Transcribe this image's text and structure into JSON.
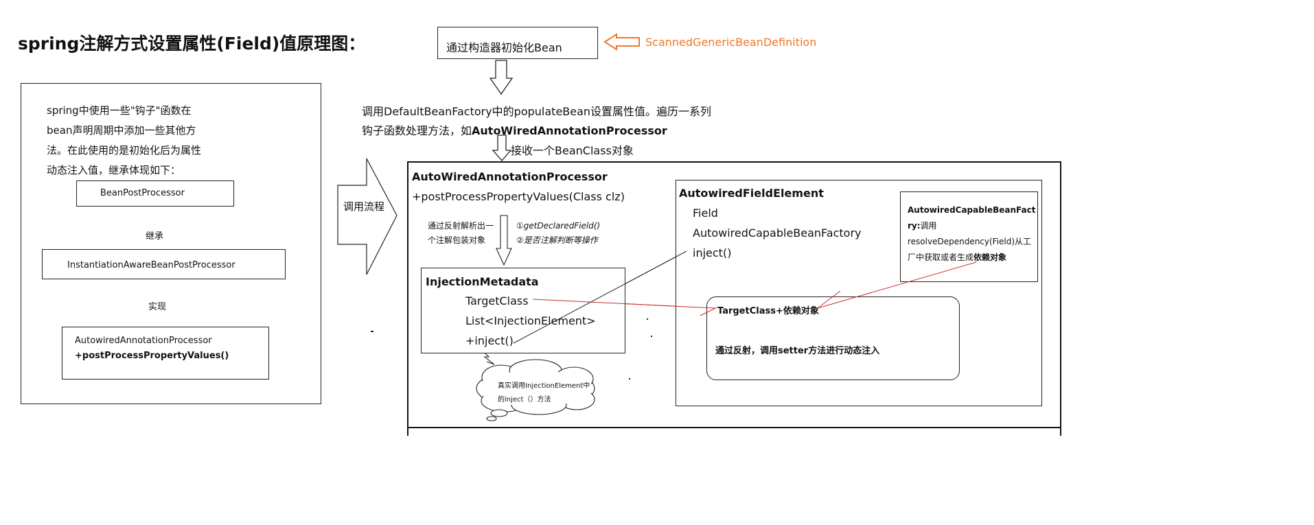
{
  "title": "spring注解方式设置属性(Field)值原理图：",
  "top": {
    "constructor_box": "通过构造器初始化Bean",
    "bean_definition": "ScannedGenericBeanDefinition",
    "populate_line1": "调用DefaultBeanFactory中的populateBean设置属性值。遍历一系列",
    "populate_line2_prefix": "钩子函数处理方法，如",
    "populate_line2_bold": "AutoWiredAnnotationProcessor",
    "receive_label": "接收一个BeanClass对象"
  },
  "left_panel": {
    "desc_lines": [
      "spring中使用一些\"钩子\"函数在",
      "bean声明周期中添加一些其他方",
      "法。在此使用的是初始化后为属性",
      "动态注入值，继承体现如下："
    ],
    "bean_post_processor": "BeanPostProcessor",
    "inherit_label": "继承",
    "instantiation_aware": "InstantiationAwareBeanPostProcessor",
    "implement_label": "实现",
    "autowired_processor_name": "AutowiredAnnotationProcessor",
    "autowired_processor_method": "+postProcessPropertyValues()"
  },
  "flow_arrow_label": "调用流程",
  "main_panel": {
    "class_name": "AutoWiredAnnotationProcessor",
    "method": "+postProcessPropertyValues(Class clz)",
    "reflect_note_line1": "通过反射解析出一",
    "reflect_note_line2": "个注解包装对象",
    "step1": "①getDeclaredField()",
    "step2": "②是否注解判断等操作",
    "injection_metadata": {
      "title": "InjectionMetadata",
      "target_class": "TargetClass",
      "list": "List<InjectionElement>",
      "inject": "+inject()"
    },
    "cloud_line1": "真实调用InjectionElement中",
    "cloud_line2": "的inject（）方法",
    "field_element": {
      "title": "AutowiredFieldElement",
      "field": "Field",
      "factory": "AutowiredCapableBeanFactory",
      "inject": "inject()"
    },
    "capable_factory": {
      "title_line1": "AutowiredCapableBeanFact",
      "title_line2_bold": "ry:",
      "title_line2_rest": "调用",
      "line3": "resolveDependency(Field)从工",
      "line4_prefix": "厂中获取或者生成",
      "line4_bold": "依赖对象"
    },
    "target_box": {
      "title": "TargetClass+依赖对象",
      "desc": "通过反射，调用setter方法进行动态注入"
    }
  },
  "colors": {
    "orange": "#f07828",
    "red": "#cc2b2b",
    "ink": "#111111"
  }
}
